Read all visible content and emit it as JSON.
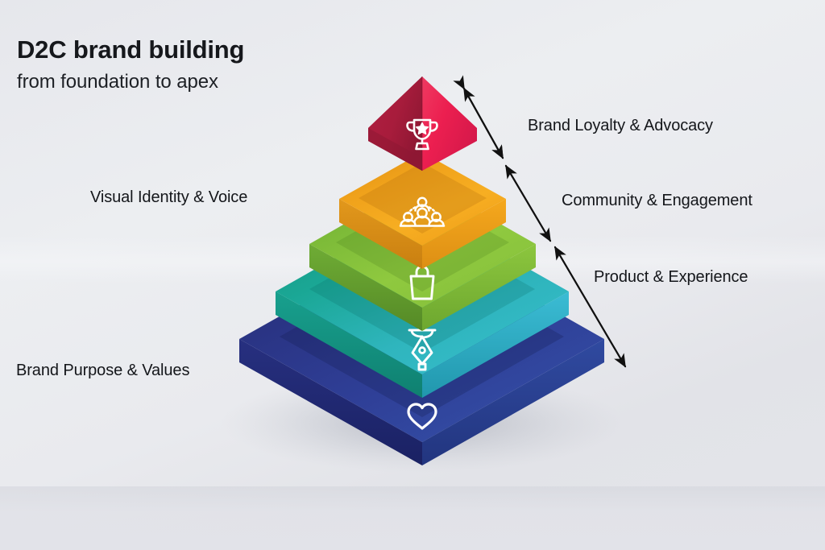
{
  "headline": {
    "title": "D2C brand building",
    "subtitle": "from foundation to apex"
  },
  "colors": {
    "background": "#e6e7ec",
    "text": "#14161a",
    "arrow": "#111111",
    "icon": "#ffffff"
  },
  "pyramid": {
    "type": "layered-isometric-pyramid",
    "layers": [
      {
        "id": "apex",
        "order": 1,
        "position": "top",
        "shape": "pyramid-apex",
        "icon": "trophy-icon",
        "label": "Brand Loyalty & Advocacy",
        "label_side": "right",
        "color_top": "#ee2255",
        "color_left": "#a81c3c",
        "color_right": "#ec1f50",
        "color_edge": "#8e1733"
      },
      {
        "id": "community",
        "order": 2,
        "position": "second",
        "shape": "slab",
        "icon": "people-group-icon",
        "label": "Community & Engagement",
        "label_side": "right",
        "color_top": "#f4a61c",
        "color_left": "#dd8f18",
        "color_right": "#f5a81d",
        "color_edge": "#d98c13"
      },
      {
        "id": "product",
        "order": 3,
        "position": "middle",
        "shape": "slab",
        "icon": "shopping-bag-icon",
        "label": "Product & Experience",
        "label_side": "right",
        "color_top": "#8cc63e",
        "color_left": "#6aa733",
        "color_right": "#8cc63e",
        "color_edge": "#64a02f"
      },
      {
        "id": "visual",
        "order": 4,
        "position": "fourth",
        "shape": "slab",
        "icon": "pen-nib-icon",
        "label": "Visual Identity & Voice",
        "label_side": "left",
        "color_top": "#2db9c6",
        "color_left": "#17a08f",
        "color_right": "#3bbcd4",
        "color_edge": "#159a8c"
      },
      {
        "id": "purpose",
        "order": 5,
        "position": "base",
        "shape": "slab",
        "icon": "heart-icon",
        "label": "Brand Purpose & Values",
        "label_side": "left",
        "color_top": "#2b3e9b",
        "color_left": "#27307e",
        "color_right": "#304aa0",
        "color_edge": "#1f2970"
      }
    ]
  },
  "annotations": {
    "arrows": [
      {
        "id": "arrow-loyalty",
        "style": "double-headed",
        "from": "apex",
        "to": "community"
      },
      {
        "id": "arrow-community",
        "style": "double-headed",
        "from": "community",
        "to": "product"
      },
      {
        "id": "arrow-product",
        "style": "double-headed",
        "from": "product",
        "to": "base"
      }
    ]
  },
  "labels": {
    "loyalty": "Brand Loyalty & Advocacy",
    "community": "Community & Engagement",
    "product": "Product & Experience",
    "visual": "Visual Identity & Voice",
    "purpose": "Brand Purpose & Values"
  }
}
